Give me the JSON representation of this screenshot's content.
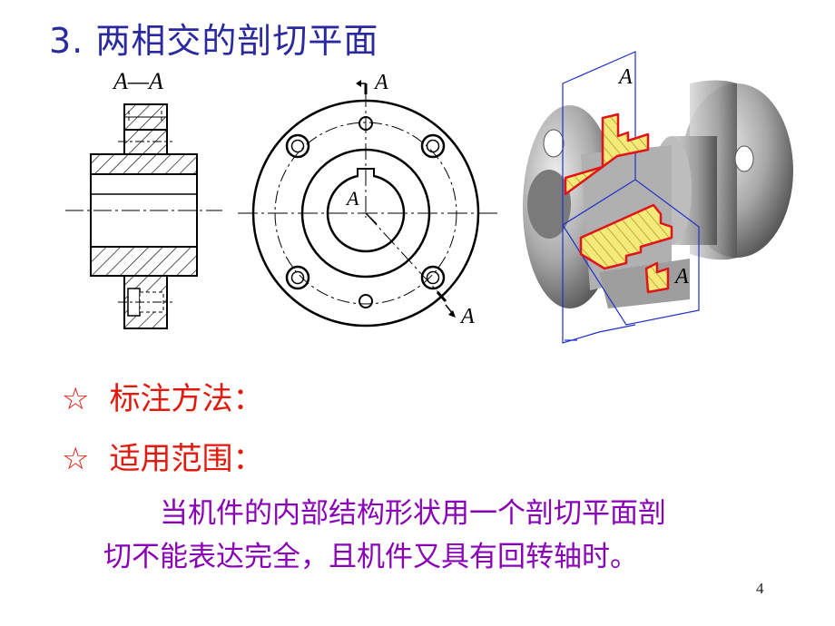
{
  "slide": {
    "title": "3. 两相交的剖切平面",
    "drawings": {
      "section_label": "A—A",
      "cut_letter": "A",
      "colors": {
        "line": "#000000",
        "section_outline": "#e0141a",
        "section_fill": "#f4ea7a",
        "plane": "#2030c8",
        "metal": "#9a9a9a"
      }
    },
    "bullets": [
      {
        "symbol": "☆",
        "text": "标注方法："
      },
      {
        "symbol": "☆",
        "text": "适用范围："
      }
    ],
    "paragraph": {
      "line1": "当机件的内部结构形状用一个剖切平面剖",
      "line2": "切不能表达完全，且机件又具有回转轴时。"
    },
    "page_number": "4"
  }
}
